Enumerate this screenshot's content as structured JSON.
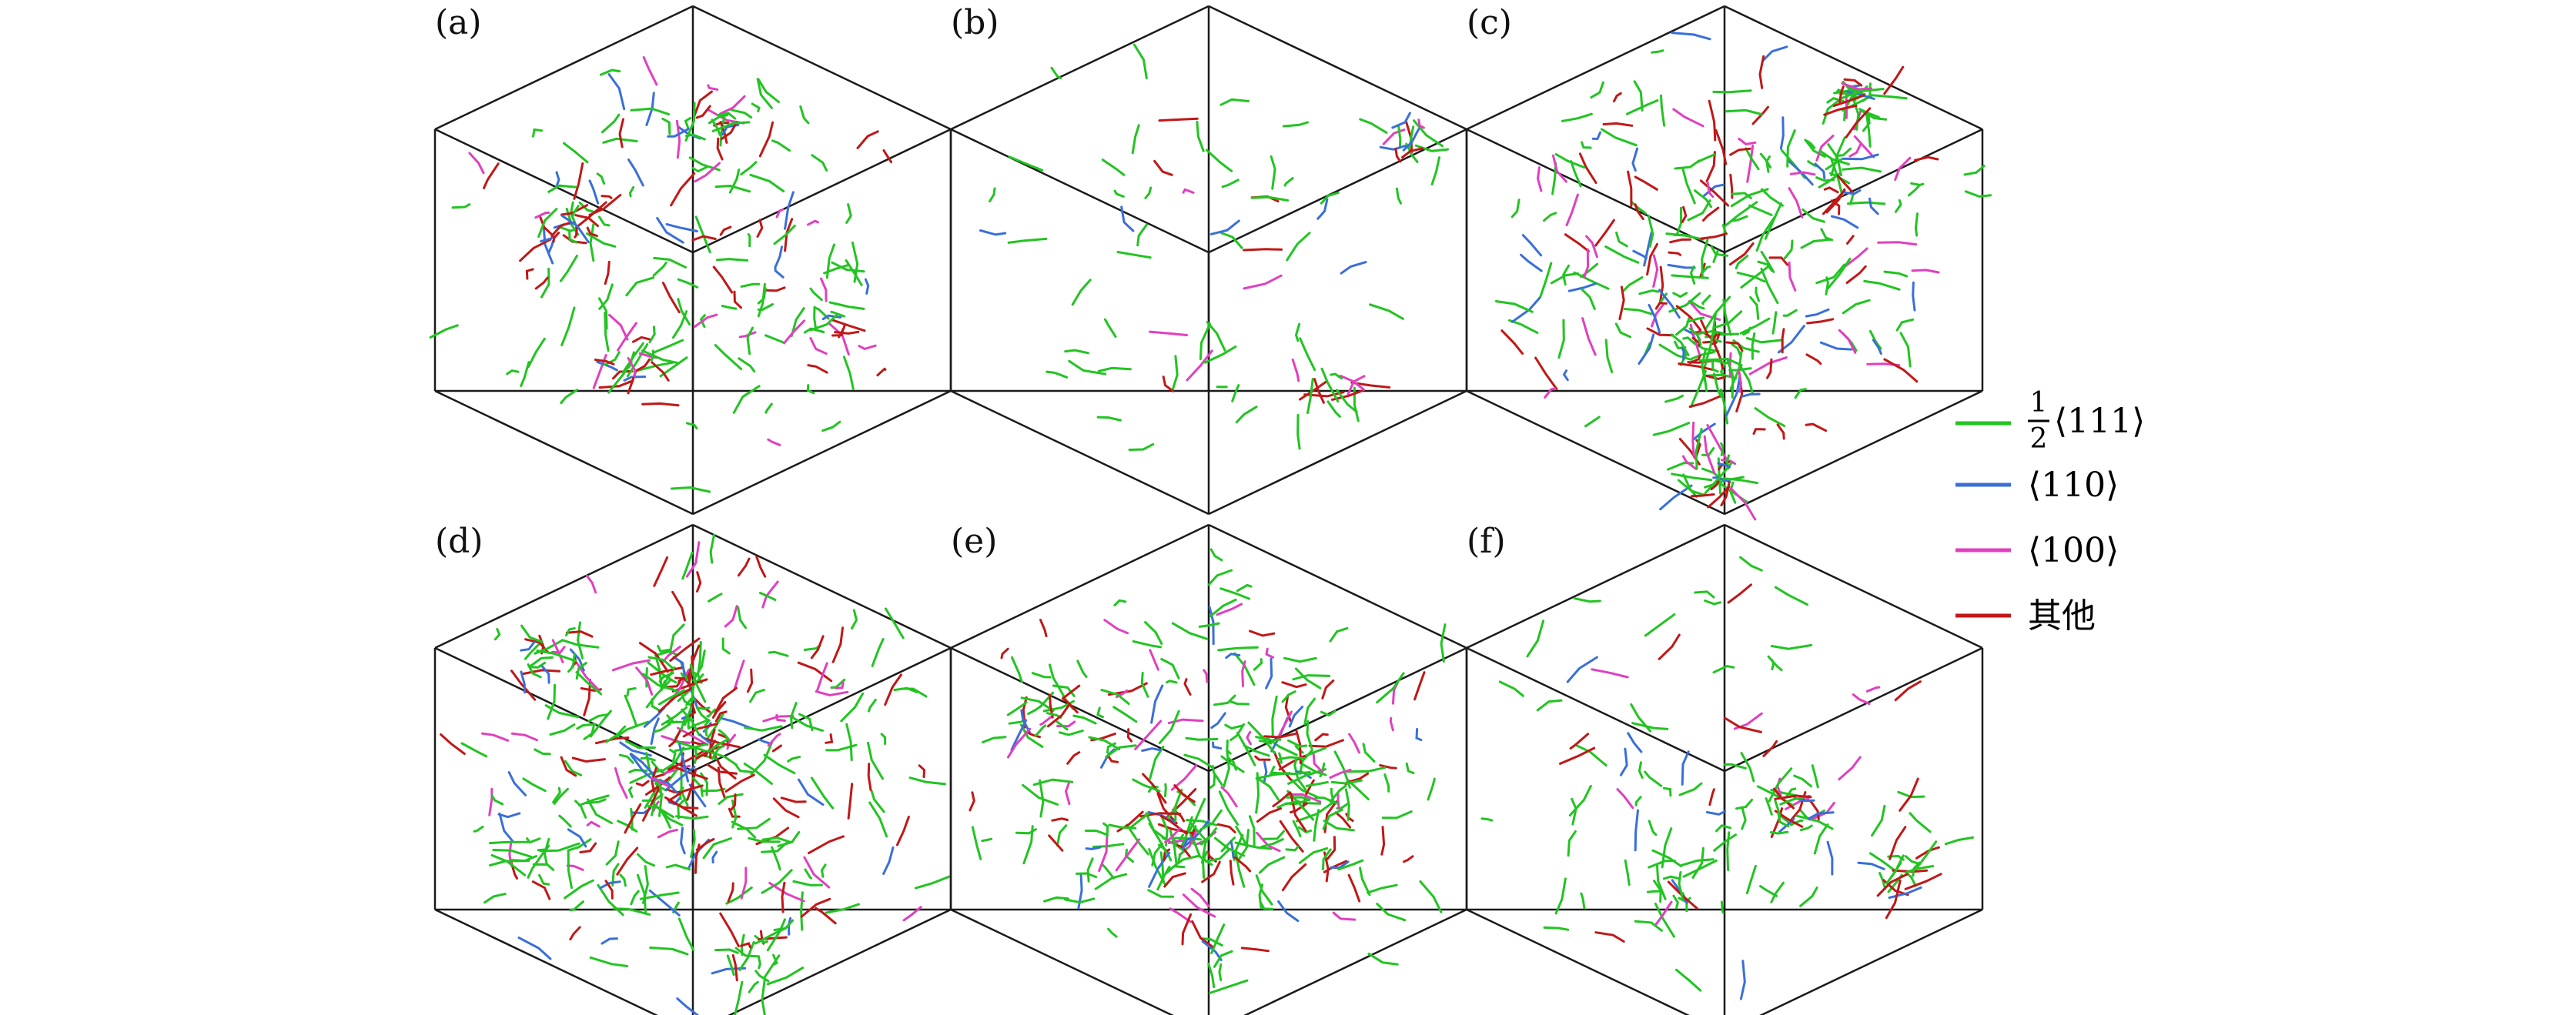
{
  "panels": [
    {
      "id": "a",
      "label": "(a)",
      "density": 200
    },
    {
      "id": "b",
      "label": "(b)",
      "density": 85
    },
    {
      "id": "c",
      "label": "(c)",
      "density": 340
    },
    {
      "id": "d",
      "label": "(d)",
      "density": 380
    },
    {
      "id": "e",
      "label": "(e)",
      "density": 330
    },
    {
      "id": "f",
      "label": "(f)",
      "density": 140
    }
  ],
  "legend": {
    "items": [
      {
        "key": "half-111",
        "fraction": "1/2",
        "numerator": "1",
        "denominator": "2",
        "label": "⟨111⟩",
        "color": "#22c422"
      },
      {
        "key": "110",
        "label": "⟨110⟩",
        "color": "#3a6fd8"
      },
      {
        "key": "100",
        "label": "⟨100⟩",
        "color": "#e040c0"
      },
      {
        "key": "other",
        "label": "其他",
        "color": "#c01818"
      }
    ]
  },
  "colors": {
    "cube_edge": "#1a1a1a",
    "background": "#ffffff"
  }
}
